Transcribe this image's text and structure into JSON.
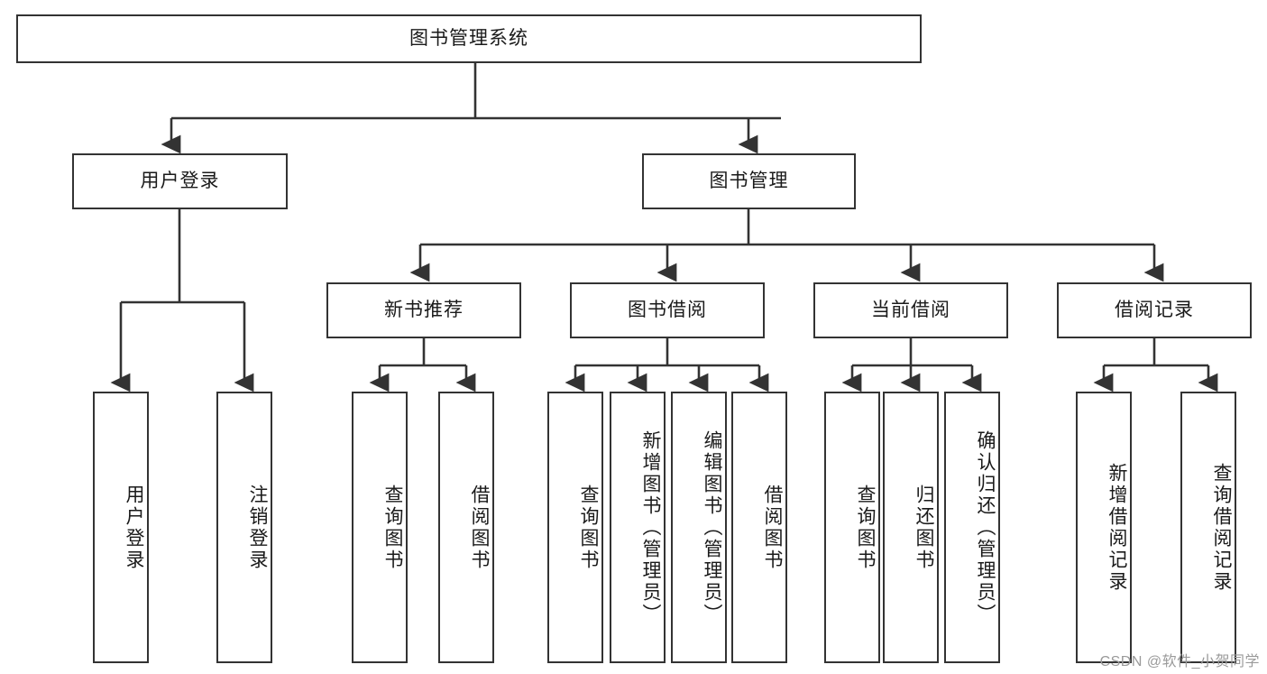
{
  "diagram": {
    "title": "图书管理系统",
    "type": "tree-hierarchy-diagram",
    "accent_color": "#333333",
    "background_color": "#ffffff",
    "nodes": {
      "root": {
        "label": "图书管理系统"
      },
      "level2": [
        {
          "id": "user-login",
          "label": "用户登录"
        },
        {
          "id": "book-management",
          "label": "图书管理"
        }
      ],
      "level3": [
        {
          "id": "new-book-recommend",
          "label": "新书推荐"
        },
        {
          "id": "book-borrow",
          "label": "图书借阅"
        },
        {
          "id": "current-borrow",
          "label": "当前借阅"
        },
        {
          "id": "borrow-record",
          "label": "借阅记录"
        }
      ],
      "leaves": [
        {
          "id": "leaf-user-login",
          "label": "用户登录",
          "parent": "user-login"
        },
        {
          "id": "leaf-logout-login",
          "label": "注销登录",
          "parent": "user-login"
        },
        {
          "id": "leaf-query-book-1",
          "label": "查询图书",
          "parent": "new-book-recommend"
        },
        {
          "id": "leaf-borrow-book-1",
          "label": "借阅图书",
          "parent": "new-book-recommend"
        },
        {
          "id": "leaf-query-book-2",
          "label": "查询图书",
          "parent": "book-borrow"
        },
        {
          "id": "leaf-add-book",
          "label": "新增图书（管理员）",
          "parent": "book-borrow"
        },
        {
          "id": "leaf-edit-book",
          "label": "编辑图书（管理员）",
          "parent": "book-borrow"
        },
        {
          "id": "leaf-borrow-book-2",
          "label": "借阅图书",
          "parent": "book-borrow"
        },
        {
          "id": "leaf-query-book-3",
          "label": "查询图书",
          "parent": "current-borrow"
        },
        {
          "id": "leaf-return-book",
          "label": "归还图书",
          "parent": "current-borrow"
        },
        {
          "id": "leaf-confirm-return",
          "label": "确认归还（管理员）",
          "parent": "current-borrow"
        },
        {
          "id": "leaf-add-record",
          "label": "新增借阅记录",
          "parent": "borrow-record"
        },
        {
          "id": "leaf-query-record",
          "label": "查询借阅记录",
          "parent": "borrow-record"
        }
      ]
    },
    "watermark": "CSDN @软件_小贺同学"
  }
}
